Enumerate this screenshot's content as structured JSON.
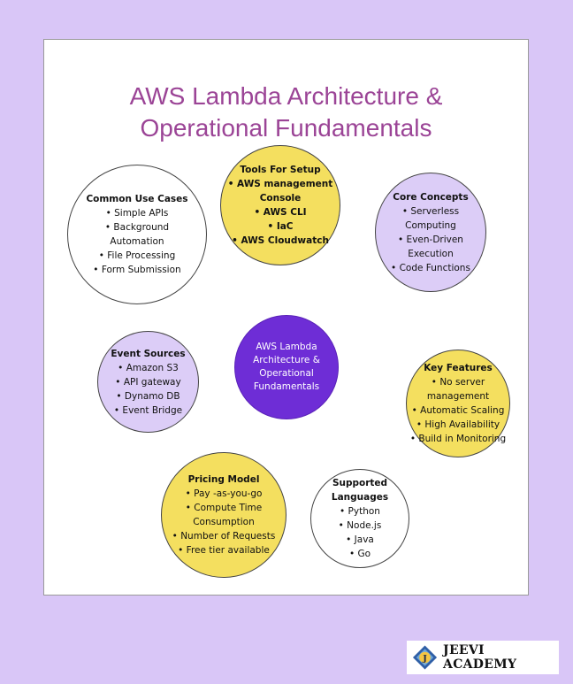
{
  "title_lines": [
    "AWS Lambda Architecture &",
    "Operational Fundamentals"
  ],
  "center": {
    "lines": [
      "AWS Lambda",
      "Architecture &",
      "Operational",
      "Fundamentals"
    ]
  },
  "nodes": {
    "tools": {
      "title": "Tools For Setup",
      "items": [
        "• AWS management",
        "Console",
        "• AWS CLI",
        "• IaC",
        "• AWS Cloudwatch"
      ]
    },
    "core": {
      "title": "Core Concepts",
      "items": [
        "• Serverless",
        "Computing",
        "• Even-Driven",
        "Execution",
        "• Code Functions"
      ]
    },
    "use_cases": {
      "title": "Common Use Cases",
      "items": [
        "• Simple APIs",
        "• Background",
        "Automation",
        "• File Processing",
        "• Form Submission"
      ]
    },
    "event_sources": {
      "title": "Event Sources",
      "items": [
        "• Amazon S3",
        "• API gateway",
        "• Dynamo DB",
        "• Event Bridge"
      ]
    },
    "key_features": {
      "title": "Key Features",
      "items": [
        "• No server",
        "management",
        "• Automatic Scaling",
        "• High Availability",
        "• Build in Monitoring"
      ]
    },
    "pricing": {
      "title": "Pricing Model",
      "items": [
        "• Pay -as-you-go",
        "• Compute Time",
        "Consumption",
        "• Number of Requests",
        "• Free tier available"
      ]
    },
    "languages": {
      "title": "Supported Languages",
      "items": [
        "• Python",
        "• Node.js",
        "• Java",
        "• Go"
      ]
    }
  },
  "brand": {
    "name": "JEEVI ACADEMY",
    "logo_letter": "J"
  },
  "colors": {
    "background": "#d9c6f7",
    "title": "#9b4496",
    "yellow": "#f4df5f",
    "lavender": "#dccdf7",
    "center": "#6e2dd6"
  }
}
